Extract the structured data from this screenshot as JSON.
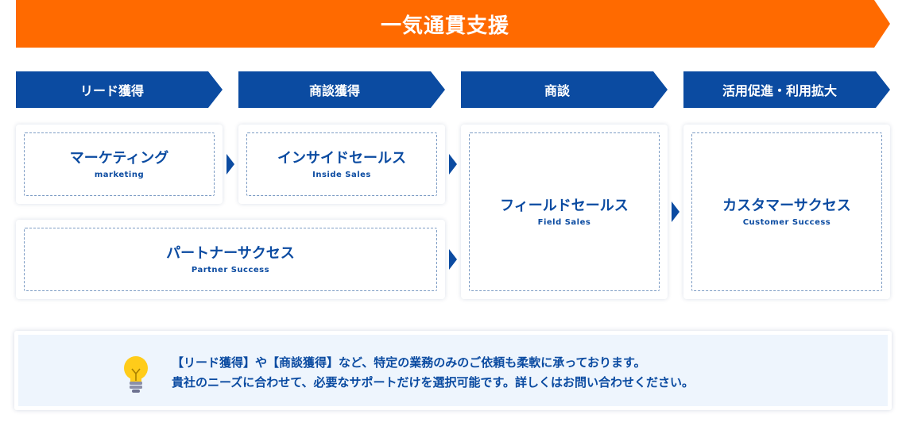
{
  "banner": {
    "title": "一気通貫支援",
    "color": "#ff6a00"
  },
  "phases": [
    {
      "label": "リード獲得"
    },
    {
      "label": "商談獲得"
    },
    {
      "label": "商談"
    },
    {
      "label": "活用促進・利用拡大"
    }
  ],
  "phase_color": "#0b4ba1",
  "cards": {
    "marketing": {
      "title": "マーケティング",
      "subtitle": "marketing"
    },
    "inside_sales": {
      "title": "インサイドセールス",
      "subtitle": "Inside Sales"
    },
    "partner_success": {
      "title": "パートナーサクセス",
      "subtitle": "Partner Success"
    },
    "field_sales": {
      "title": "フィールドセールス",
      "subtitle": "Field Sales"
    },
    "customer_success": {
      "title": "カスタマーサクセス",
      "subtitle": "Customer Success"
    }
  },
  "note": {
    "icon": "lightbulb-icon",
    "line1": "【リード獲得】や【商談獲得】など、特定の業務のみのご依頼も柔軟に承っております。",
    "line2": "貴社のニーズに合わせて、必要なサポートだけを選択可能です。詳しくはお問い合わせください。"
  }
}
